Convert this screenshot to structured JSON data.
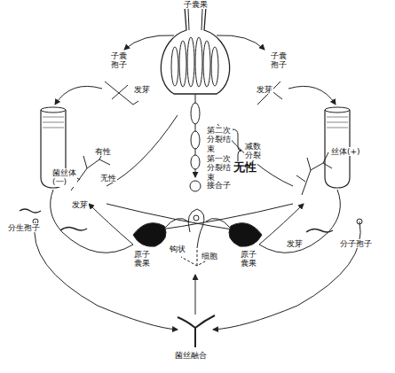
{
  "diagram": {
    "labels": [
      "子囊果",
      "子囊孢子",
      "子囊孢子",
      "发芽",
      "发芽",
      "第二次分裂结束",
      "第一次分裂结束",
      "减数分裂",
      "接合子",
      "有性",
      "无性",
      "无性",
      "菌丝体(一)",
      "丝体(+)",
      "分生孢子",
      "发芽",
      "发芽",
      "分子孢子",
      "原子囊果",
      "原子囊果",
      "钩状",
      "细胞",
      "菌丝融合"
    ]
  }
}
